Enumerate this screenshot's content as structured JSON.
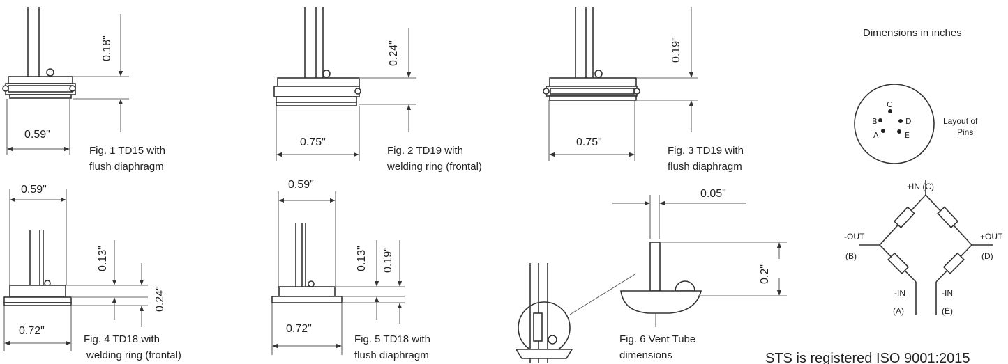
{
  "header": {
    "units_note": "Dimensions in inches"
  },
  "pin_layout": {
    "caption_line1": "Layout of",
    "caption_line2": "Pins",
    "pins": {
      "a": "A",
      "b": "B",
      "c": "C",
      "d": "D",
      "e": "E"
    }
  },
  "bridge": {
    "plus_in": "+IN (C)",
    "minus_out": "-OUT",
    "minus_out_pin": "(B)",
    "plus_out": "+OUT",
    "plus_out_pin": "(D)",
    "minus_in_a": "-IN",
    "minus_in_a_pin": "(A)",
    "minus_in_e": "-IN",
    "minus_in_e_pin": "(E)"
  },
  "figures": {
    "fig1": {
      "cap1": "Fig. 1 TD15 with",
      "cap2": "flush diaphragm",
      "width": "0.59\"",
      "height": "0.18\""
    },
    "fig2": {
      "cap1": "Fig. 2 TD19 with",
      "cap2": "welding ring (frontal)",
      "width": "0.75\"",
      "height": "0.24\""
    },
    "fig3": {
      "cap1": "Fig. 3  TD19 with",
      "cap2": "flush diaphragm",
      "width": "0.75\"",
      "height": "0.19\""
    },
    "fig4": {
      "cap1": "Fig. 4 TD18 with",
      "cap2": "welding ring (frontal)",
      "width_top": "0.59\"",
      "width_bottom": "0.72\"",
      "height1": "0.13\"",
      "height2": "0.24\""
    },
    "fig5": {
      "cap1": "Fig. 5 TD18 with",
      "cap2": "flush diaphragm",
      "width_top": "0.59\"",
      "width_bottom": "0.72\"",
      "height1": "0.13\"",
      "height2": "0.19\""
    },
    "fig6": {
      "cap1": "Fig. 6  Vent Tube",
      "cap2": "dimensions",
      "tube_width": "0.05\"",
      "tube_height": "0.2\""
    }
  },
  "footer": {
    "iso_text": "STS is registered ISO 9001:2015"
  }
}
